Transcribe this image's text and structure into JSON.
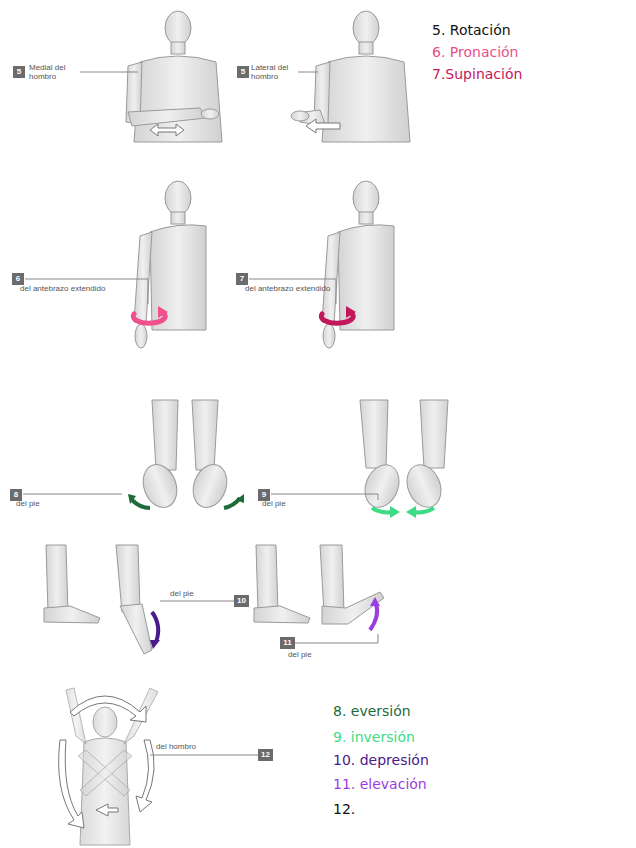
{
  "diagram": {
    "nodes": [
      {
        "text": [
          "5"
        ]
      },
      {
        "text": [
          "5"
        ]
      },
      {
        "text": [
          "6"
        ]
      },
      {
        "text": [
          "7"
        ]
      },
      {
        "text": [
          "8"
        ]
      },
      {
        "text": [
          "9"
        ]
      },
      {
        "text": [
          "10"
        ]
      },
      {
        "text": [
          "11"
        ]
      },
      {
        "text": [
          "12"
        ]
      }
    ],
    "labels": [
      "5. Rotación",
      "6. Pronación",
      "7.Supinación",
      "Medial del hombro",
      "Lateral del hombro",
      "del antebrazo extendido",
      "del antebrazo extendido",
      "del pie",
      "del pie",
      "del pie",
      "del pie",
      "del hombro",
      "8. eversión",
      "9. inversión",
      "10. depresión",
      "11. elevación",
      "12."
    ]
  }
}
